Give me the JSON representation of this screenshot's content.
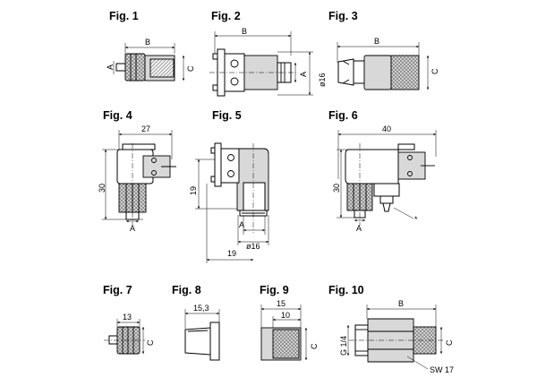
{
  "figures": [
    {
      "title": "Fig. 1",
      "dims": [
        "B",
        "A",
        "C"
      ]
    },
    {
      "title": "Fig. 2",
      "dims": [
        "B",
        "A",
        "ø16"
      ]
    },
    {
      "title": "Fig. 3",
      "dims": [
        "B",
        "C"
      ]
    },
    {
      "title": "Fig. 4",
      "dims": [
        "27",
        "30",
        "A"
      ]
    },
    {
      "title": "Fig. 5",
      "dims": [
        "19",
        "A",
        "ø16",
        "19"
      ]
    },
    {
      "title": "Fig. 6",
      "dims": [
        "40",
        "30",
        "A",
        "*"
      ]
    },
    {
      "title": "Fig. 7",
      "dims": [
        "13",
        "C"
      ]
    },
    {
      "title": "Fig. 8",
      "dims": [
        "15,3"
      ]
    },
    {
      "title": "Fig. 9",
      "dims": [
        "15",
        "10",
        "C"
      ]
    },
    {
      "title": "Fig. 10",
      "dims": [
        "B",
        "G 1/4",
        "C",
        "SW 17"
      ]
    }
  ]
}
